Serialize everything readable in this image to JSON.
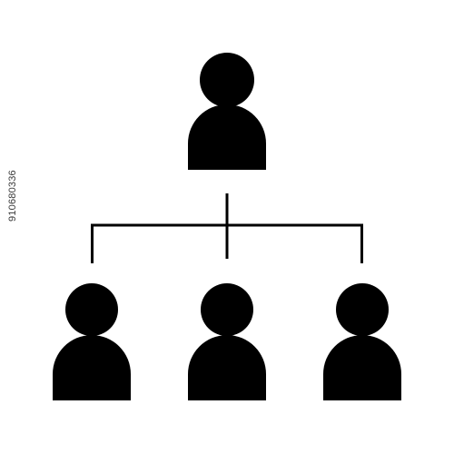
{
  "diagram": {
    "icon": "org-chart-hierarchy",
    "fill_color": "#000000",
    "background_color": "#ffffff",
    "nodes": [
      {
        "id": "top-person",
        "icon": "person-icon",
        "level": "top"
      },
      {
        "id": "left-person",
        "icon": "person-icon",
        "level": "bottom"
      },
      {
        "id": "center-person",
        "icon": "person-icon",
        "level": "bottom"
      },
      {
        "id": "right-person",
        "icon": "person-icon",
        "level": "bottom"
      }
    ]
  },
  "side_text": "910680336"
}
